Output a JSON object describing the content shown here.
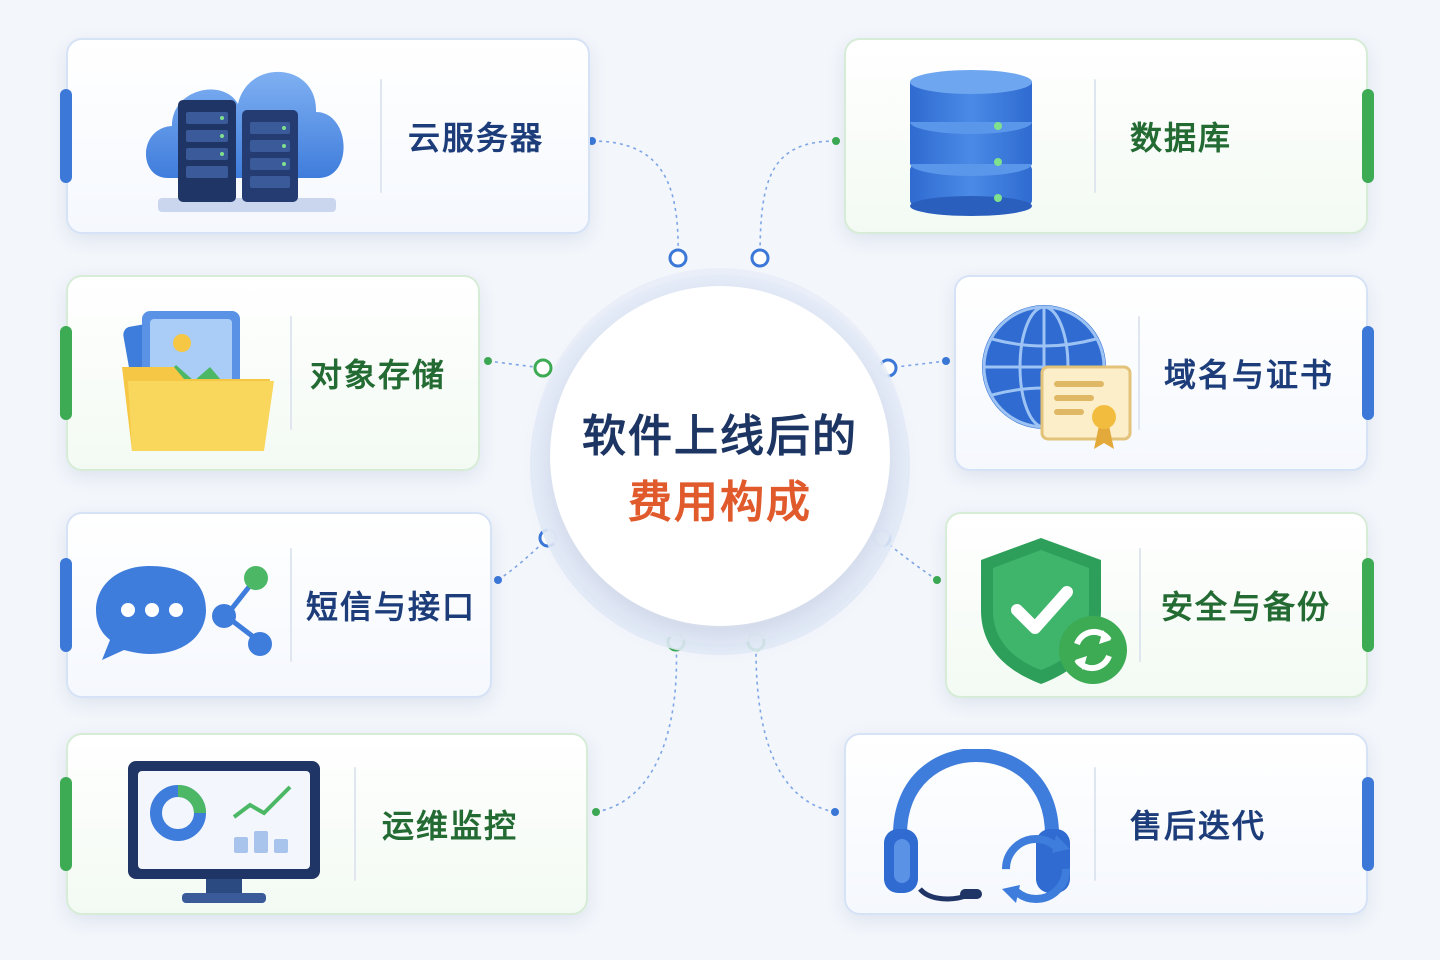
{
  "center": {
    "line1": "软件上线后的",
    "line2": "费用构成",
    "line1_color": "#1d3563",
    "line2_color": "#e05a2c"
  },
  "colors": {
    "blue_accent": "#3b78d8",
    "green_accent": "#3daa54",
    "blue_text": "#1d3d7a",
    "green_text": "#236b33",
    "background": "#f3f6fb"
  },
  "items": [
    {
      "id": "cloud-server",
      "label": "云服务器",
      "icon": "cloud-server-icon",
      "theme": "blue"
    },
    {
      "id": "object-storage",
      "label": "对象存储",
      "icon": "folder-image-icon",
      "theme": "green"
    },
    {
      "id": "sms-api",
      "label": "短信与接口",
      "icon": "chat-bubble-icon",
      "theme": "blue"
    },
    {
      "id": "ops-monitoring",
      "label": "运维监控",
      "icon": "monitor-dashboard-icon",
      "theme": "green"
    },
    {
      "id": "database",
      "label": "数据库",
      "icon": "database-icon",
      "theme": "green"
    },
    {
      "id": "domain-cert",
      "label": "域名与证书",
      "icon": "globe-certificate-icon",
      "theme": "blue"
    },
    {
      "id": "security-backup",
      "label": "安全与备份",
      "icon": "shield-check-icon",
      "theme": "green"
    },
    {
      "id": "after-sales",
      "label": "售后迭代",
      "icon": "headset-refresh-icon",
      "theme": "blue"
    }
  ]
}
